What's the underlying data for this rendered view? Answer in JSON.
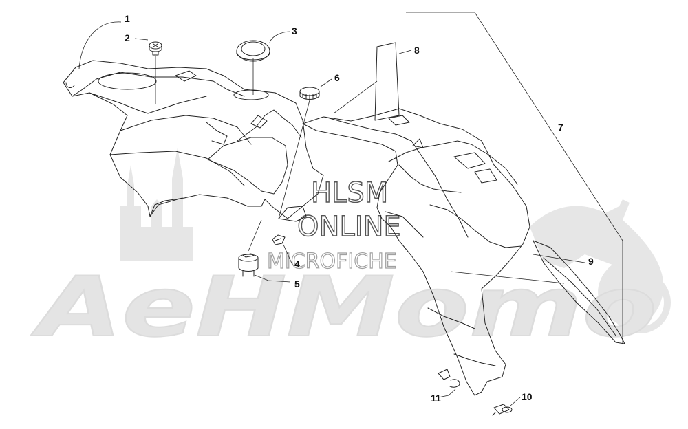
{
  "watermark": {
    "brand": "AeHMomo",
    "line1": "HLSM",
    "line2": "ONLINE",
    "line3": "MICROFICHE"
  },
  "callouts": [
    "1",
    "2",
    "3",
    "4",
    "5",
    "6",
    "7",
    "8",
    "9",
    "10",
    "11"
  ],
  "colors": {
    "line": "#222222",
    "watermark": "#e4e4e4",
    "watermark_text": "#9a9a9a"
  }
}
